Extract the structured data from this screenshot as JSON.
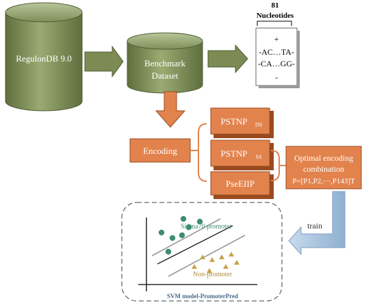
{
  "diagram": {
    "cylinder_source": "RegulonDB 9.0",
    "cylinder_benchmark_line1": "Benchmark",
    "cylinder_benchmark_line2": "Dataset",
    "nucleotides_count": "81",
    "nucleotides_label": "Nucleotides",
    "seq_plus": "+",
    "seq_line1": "-AC…TA-",
    "seq_line2": "-CA…GG-",
    "seq_minus": "-",
    "encoding_label": "Encoding",
    "pstnp_ds_main": "PSTNP",
    "pstnp_ds_sub": "DS",
    "pstnp_ss_main": "PSTNP",
    "pstnp_ss_sub": "SS",
    "pseeiip_label": "PseEIIP",
    "optimal_line1": "Optimal encoding",
    "optimal_line2": "combination",
    "optimal_formula": "P=[P1,P2,⋯,P143]T",
    "train_label": "train",
    "sigma70_label": "Sigma70 promoter",
    "non_promoter_label": "Non-promoter",
    "svm_caption": "SVM model-PromoterPred"
  },
  "colors": {
    "cylinder_green": "#7e8f5a",
    "arrow_olive": "#7d8a53",
    "box_orange": "#e2834d",
    "box_orange_dark": "#9a4a1f",
    "arrow_blue": "#a9c4df",
    "promoter_teal": "#3f8c76",
    "nonpromoter_gold": "#c9a24a",
    "dashed_border": "#5a6a78"
  }
}
